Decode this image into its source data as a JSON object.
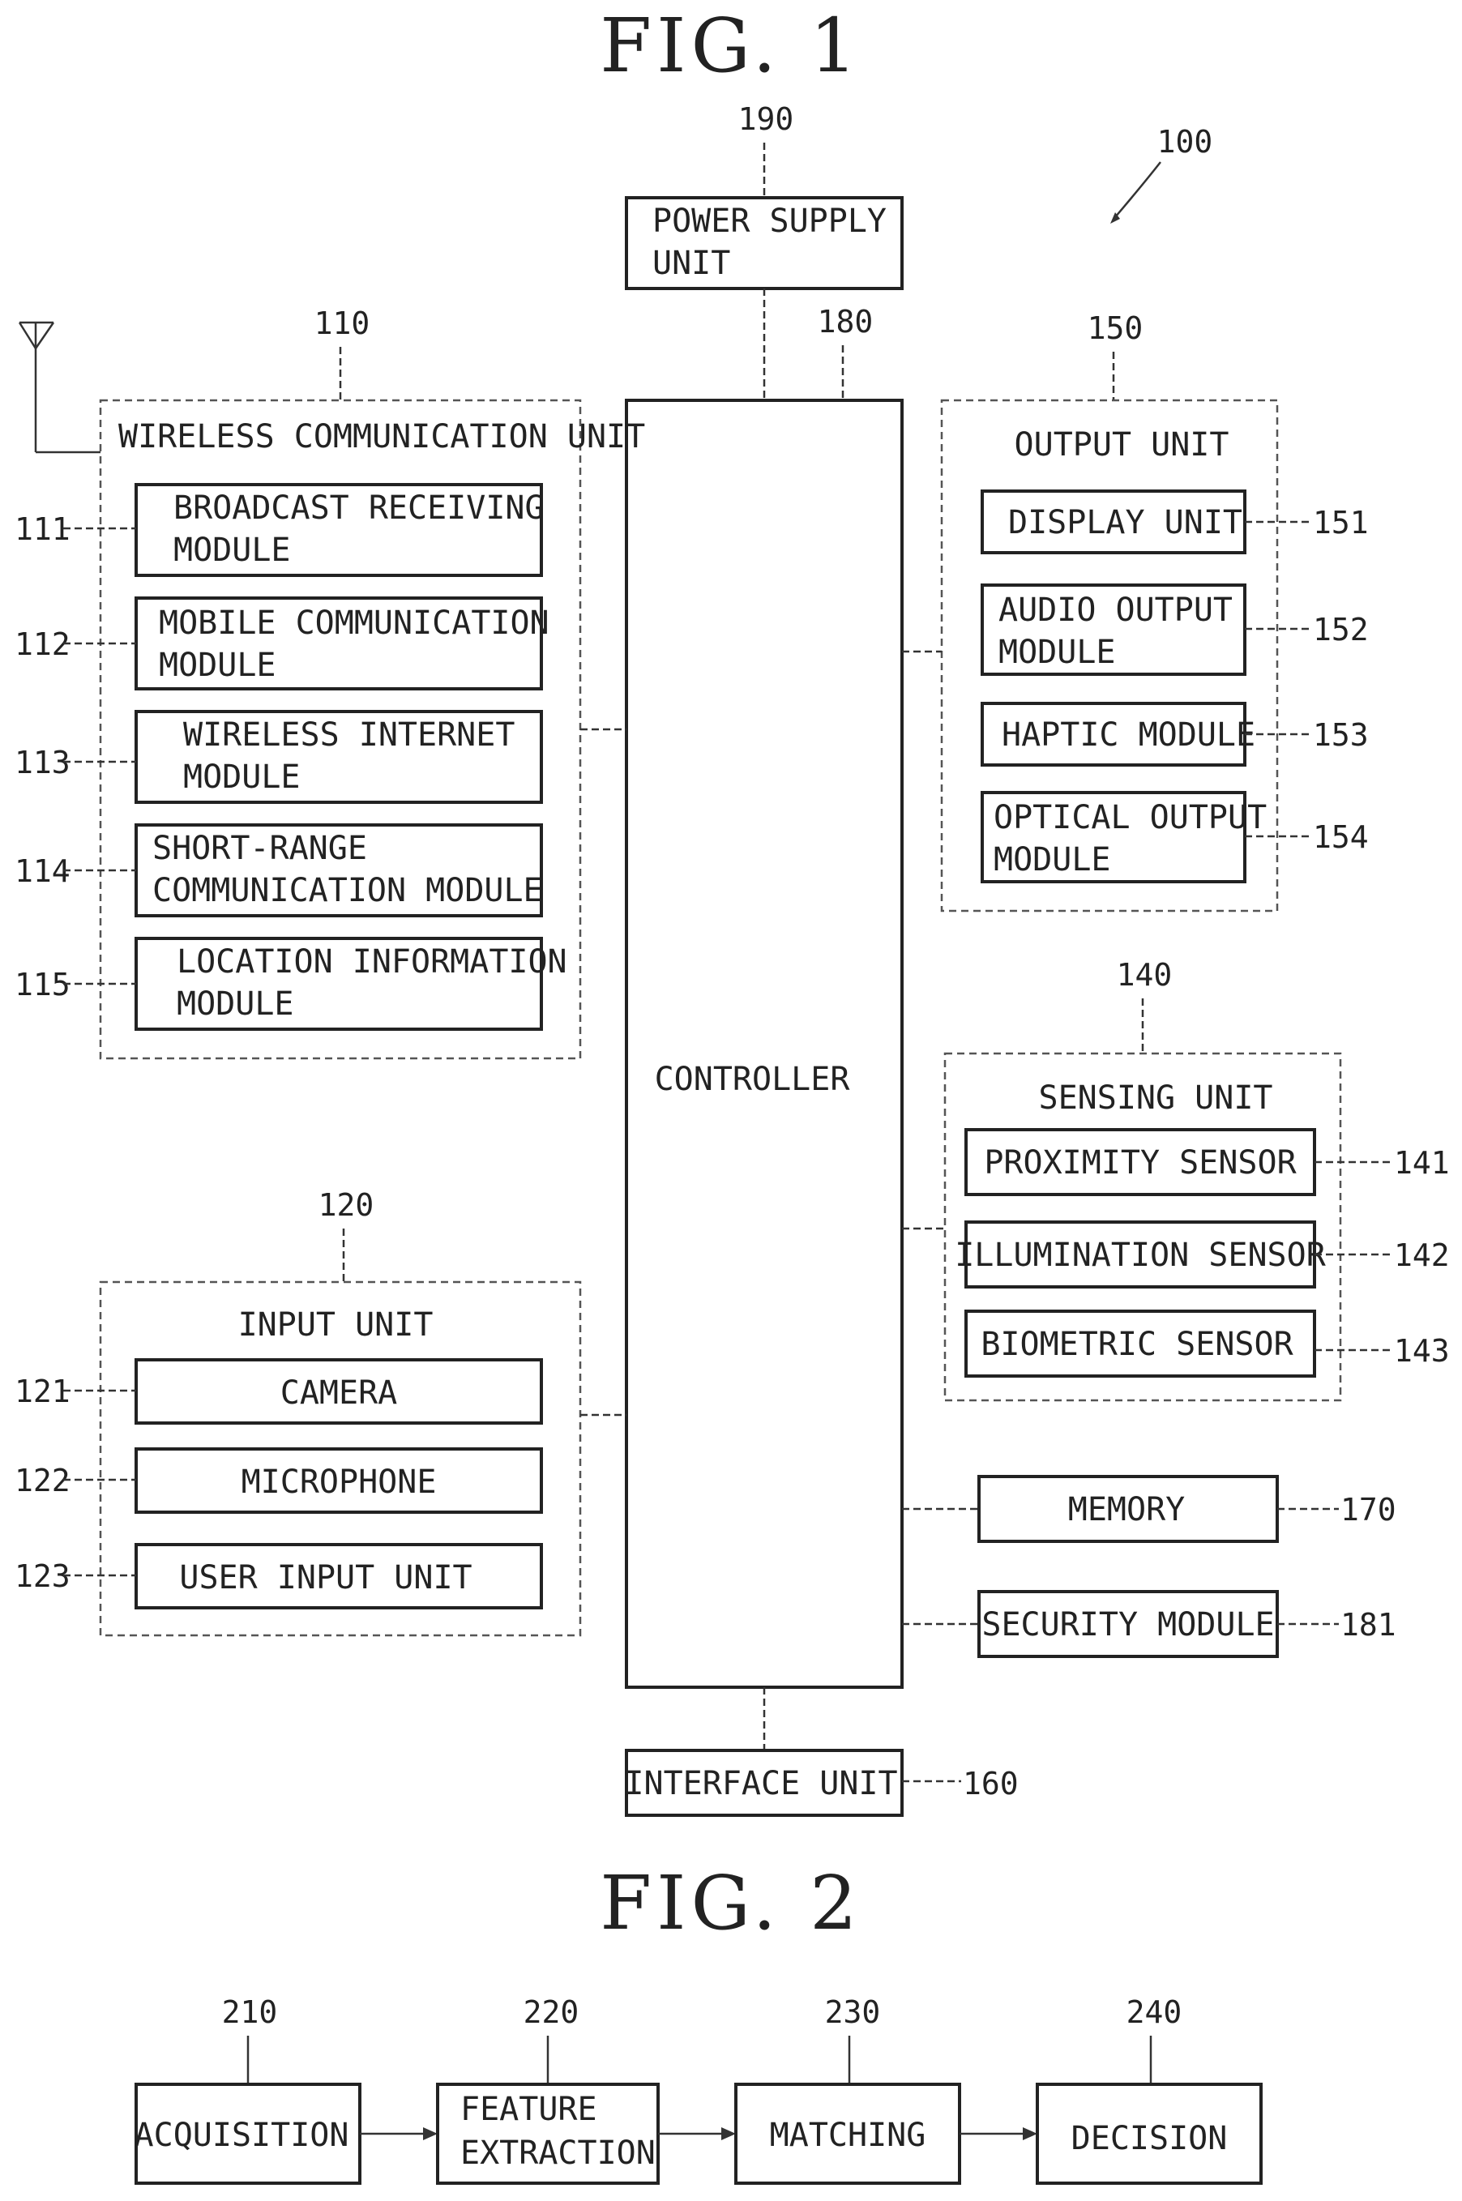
{
  "fig1": {
    "title": "FIG.  1",
    "device_ref": "100",
    "power_supply": {
      "ref": "190",
      "line1": "POWER SUPPLY",
      "line2": "UNIT"
    },
    "controller": {
      "ref": "180",
      "label": "CONTROLLER"
    },
    "wireless": {
      "ref": "110",
      "title": "WIRELESS COMMUNICATION UNIT",
      "modules": [
        {
          "ref": "111",
          "line1": "BROADCAST RECEIVING",
          "line2": "MODULE"
        },
        {
          "ref": "112",
          "line1": "MOBILE COMMUNICATION",
          "line2": "MODULE"
        },
        {
          "ref": "113",
          "line1": "WIRELESS INTERNET",
          "line2": "MODULE"
        },
        {
          "ref": "114",
          "line1": "SHORT-RANGE",
          "line2": "COMMUNICATION MODULE"
        },
        {
          "ref": "115",
          "line1": "LOCATION INFORMATION",
          "line2": "MODULE"
        }
      ]
    },
    "input": {
      "ref": "120",
      "title": "INPUT UNIT",
      "modules": [
        {
          "ref": "121",
          "label": "CAMERA"
        },
        {
          "ref": "122",
          "label": "MICROPHONE"
        },
        {
          "ref": "123",
          "label": "USER INPUT UNIT"
        }
      ]
    },
    "output": {
      "ref": "150",
      "title": "OUTPUT UNIT",
      "modules": [
        {
          "ref": "151",
          "line1": "DISPLAY UNIT",
          "line2": ""
        },
        {
          "ref": "152",
          "line1": "AUDIO OUTPUT",
          "line2": "MODULE"
        },
        {
          "ref": "153",
          "line1": "HAPTIC MODULE",
          "line2": ""
        },
        {
          "ref": "154",
          "line1": "OPTICAL OUTPUT",
          "line2": "MODULE"
        }
      ]
    },
    "sensing": {
      "ref": "140",
      "title": "SENSING UNIT",
      "modules": [
        {
          "ref": "141",
          "label": "PROXIMITY SENSOR"
        },
        {
          "ref": "142",
          "label": "ILLUMINATION SENSOR"
        },
        {
          "ref": "143",
          "label": "BIOMETRIC SENSOR"
        }
      ]
    },
    "memory": {
      "ref": "170",
      "label": "MEMORY"
    },
    "security": {
      "ref": "181",
      "label": "SECURITY MODULE"
    },
    "interface": {
      "ref": "160",
      "label": "INTERFACE UNIT"
    }
  },
  "fig2": {
    "title": "FIG.  2",
    "steps": [
      {
        "ref": "210",
        "line1": "ACQUISITION",
        "line2": ""
      },
      {
        "ref": "220",
        "line1": "FEATURE",
        "line2": "EXTRACTION"
      },
      {
        "ref": "230",
        "line1": "MATCHING",
        "line2": ""
      },
      {
        "ref": "240",
        "line1": "DECISION",
        "line2": ""
      }
    ]
  }
}
